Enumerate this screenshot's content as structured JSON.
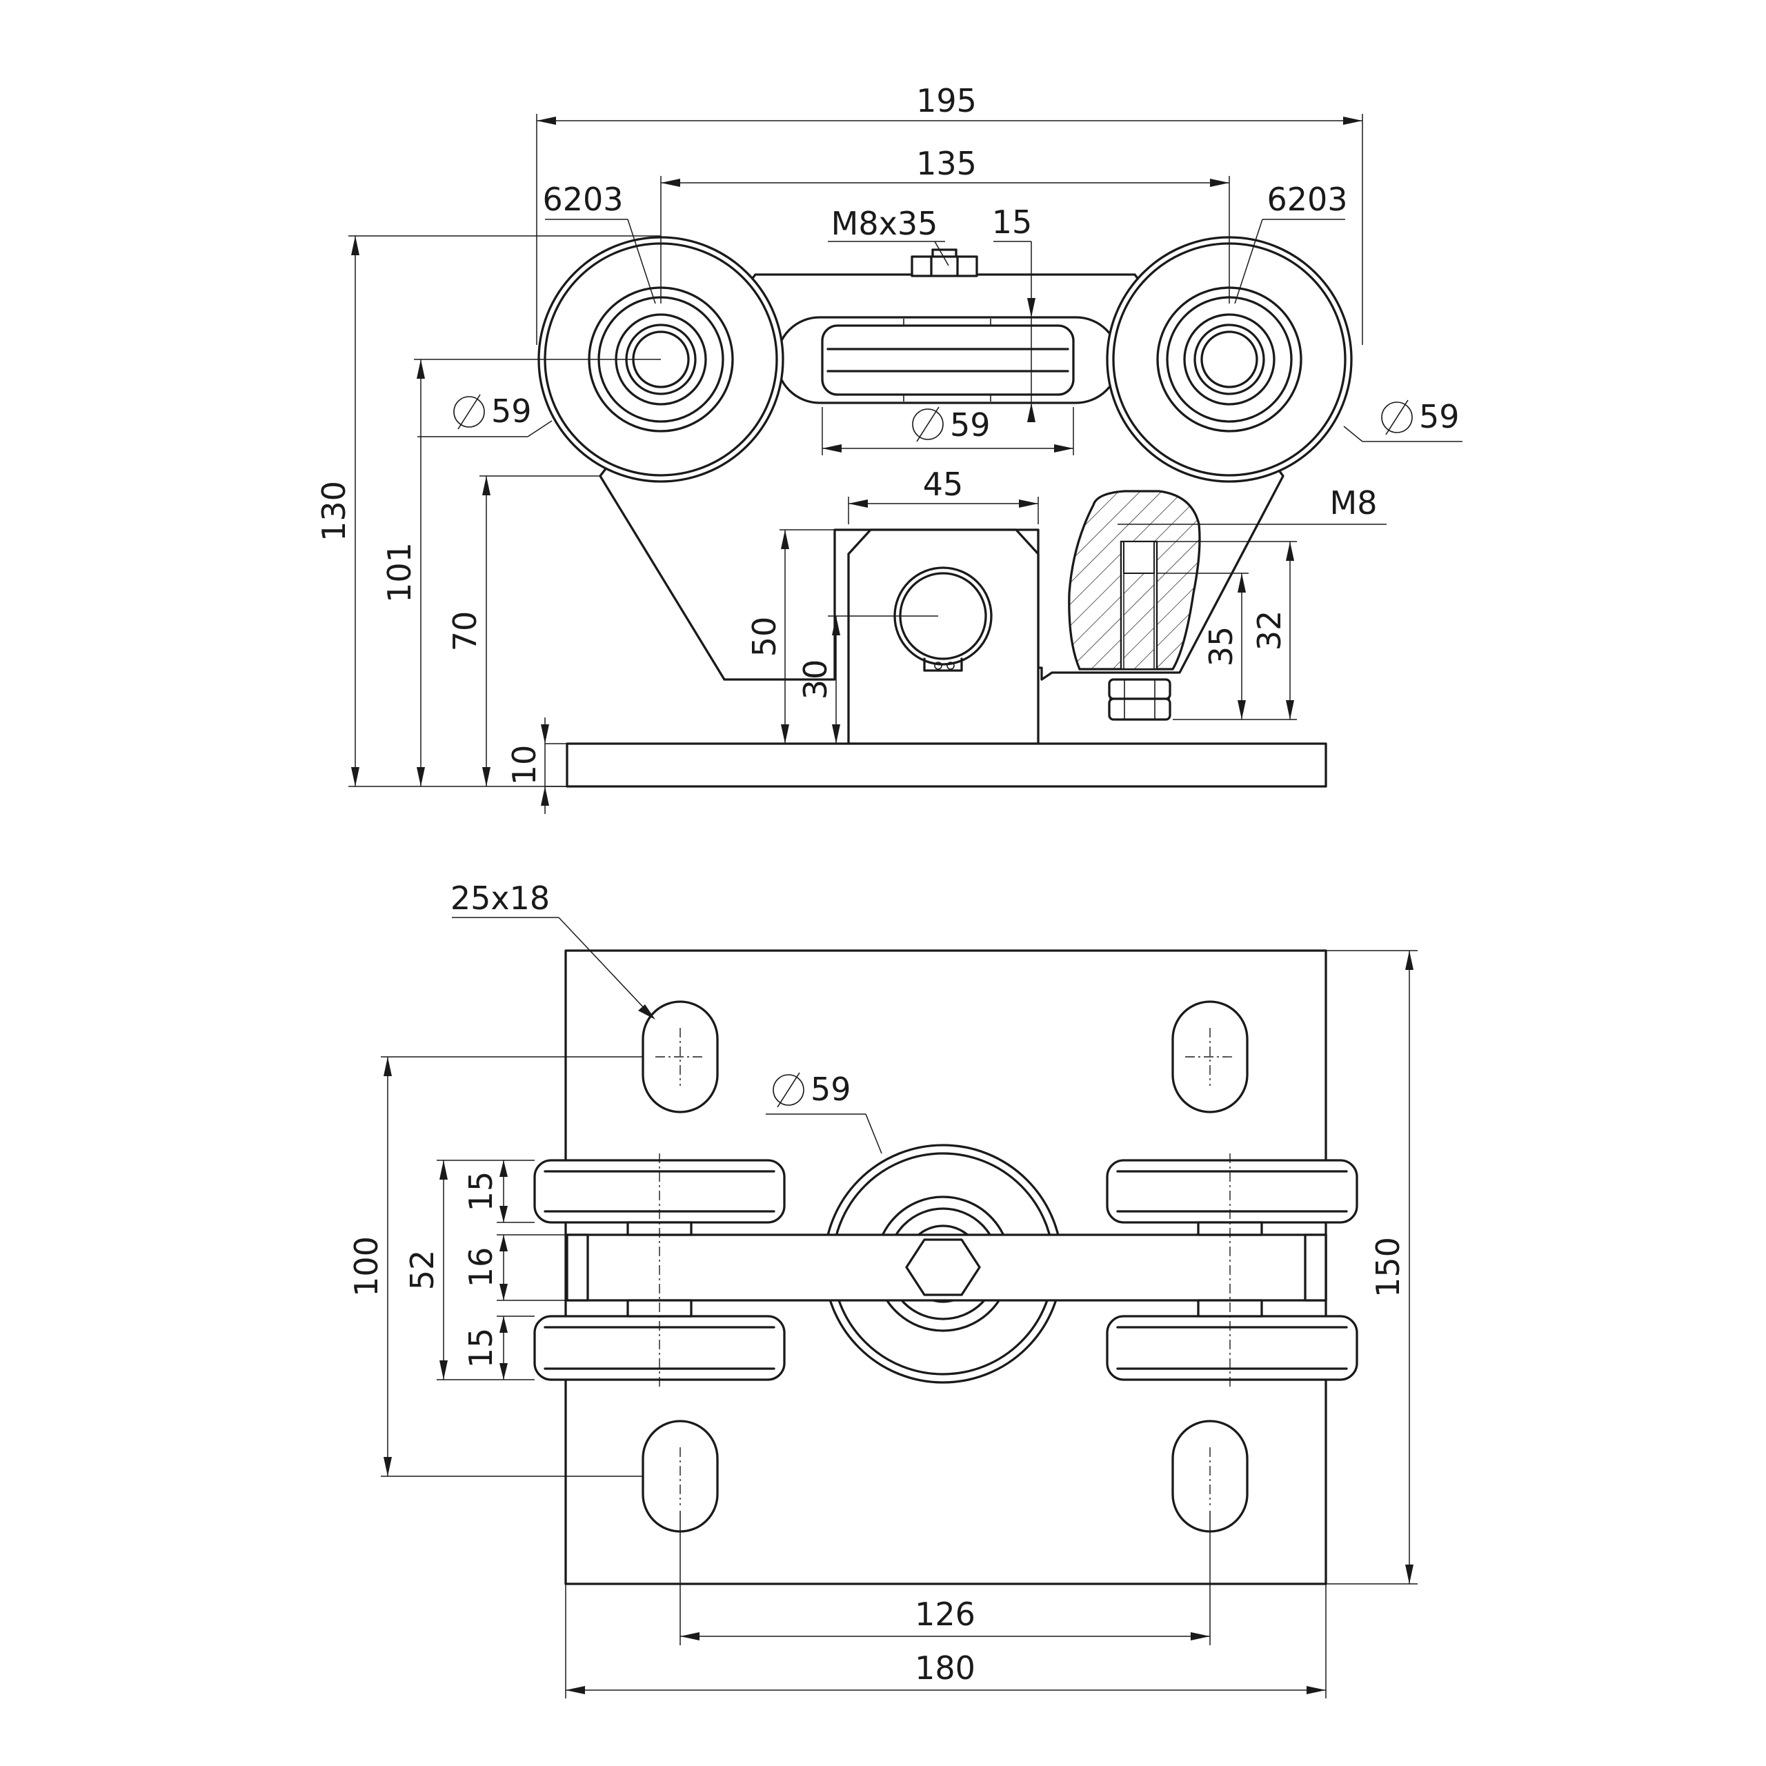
{
  "labels": {
    "width_total": "195",
    "roller_spacing": "135",
    "bearing_left": "6203",
    "bearing_right": "6203",
    "bolt_top": "M8x35",
    "dim_15_top": "15",
    "dia_59_left": "59",
    "dia_59_right": "59",
    "dia_59_center": "59",
    "bracket_width": "45",
    "thread": "M8",
    "height_total": "130",
    "height_101": "101",
    "height_70": "70",
    "height_50": "50",
    "height_30": "30",
    "plate_thickness": "10",
    "dim_35": "35",
    "dim_32": "32",
    "slot_size": "25x18",
    "dia_59_plan": "59",
    "slot_spacing_v": "100",
    "roller_pitch": "52",
    "dim_15_plan_top": "15",
    "dim_16": "16",
    "dim_15_plan_bottom": "15",
    "plate_length": "150",
    "slot_spacing_h": "126",
    "plate_width": "180"
  }
}
